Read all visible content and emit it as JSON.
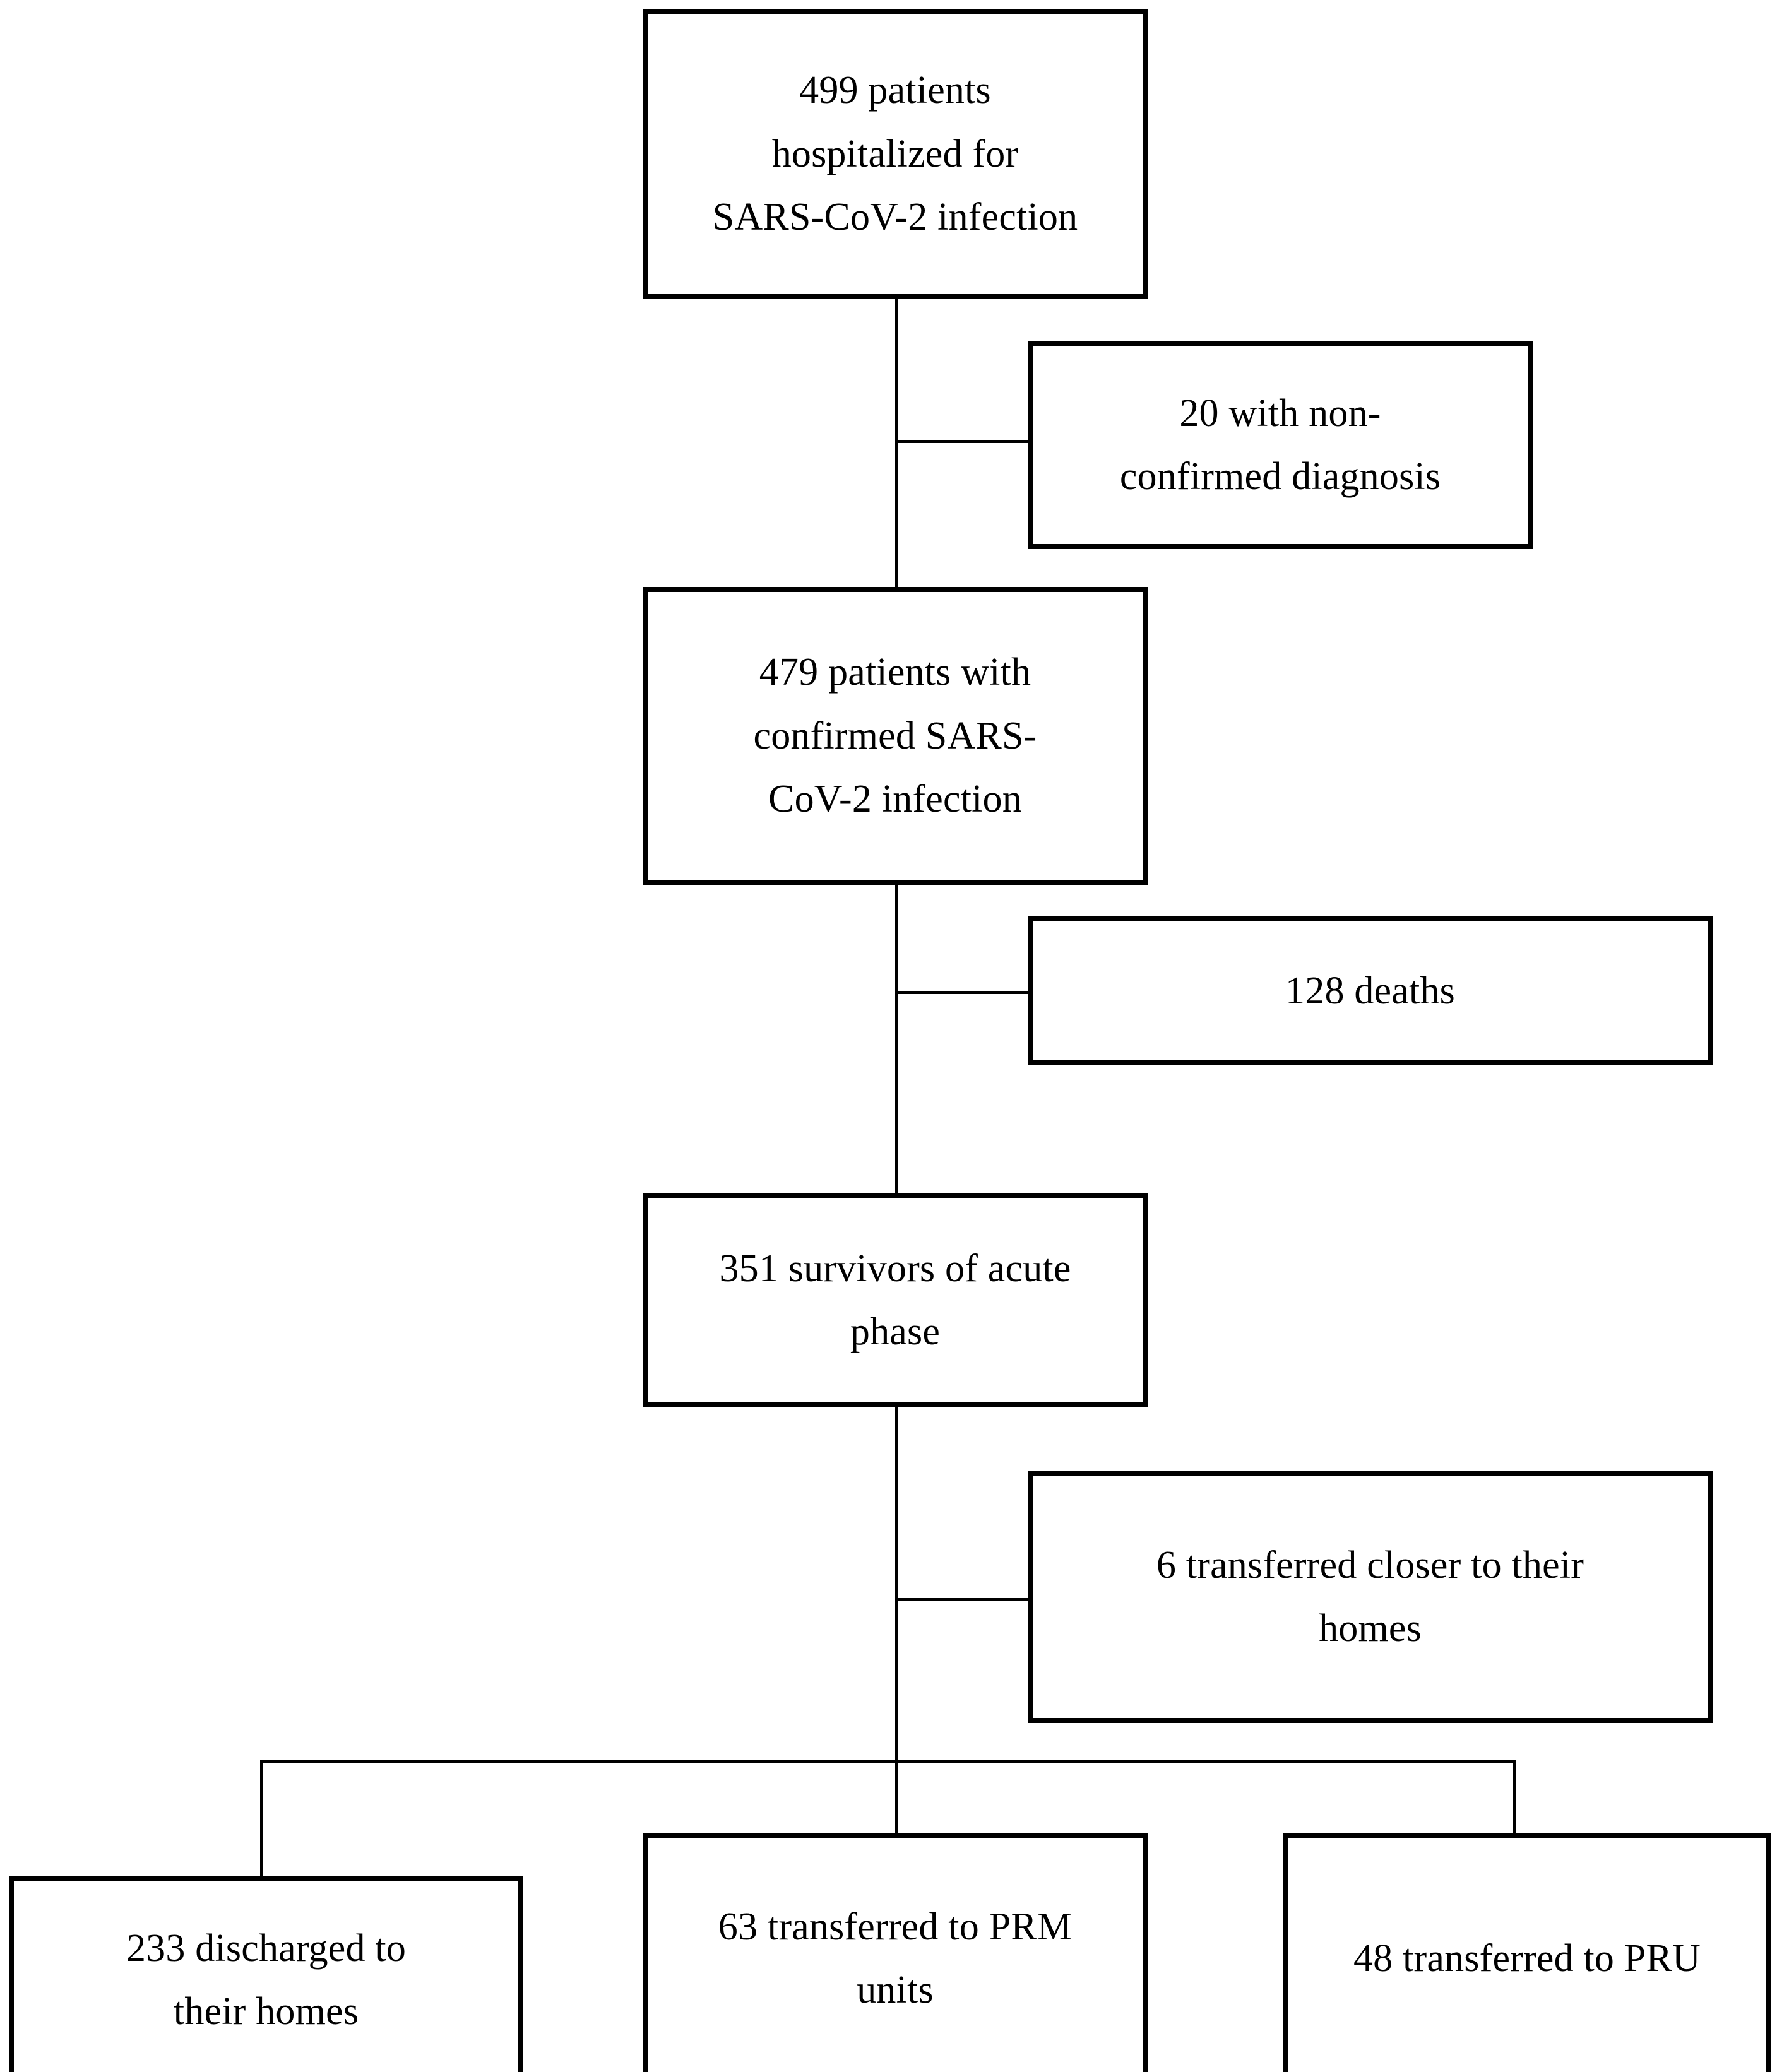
{
  "figure": {
    "type": "flowchart",
    "orientation": "top-down",
    "background_color": "#ffffff",
    "line_color": "#000000",
    "text_color": "#000000"
  },
  "nodes": {
    "n1": {
      "id": "hospitalized",
      "lines": [
        "499 patients",
        "hospitalized for",
        "SARS-CoV-2 infection"
      ],
      "count": 499
    },
    "n2": {
      "id": "non-confirmed",
      "lines": [
        "20 with non-",
        "confirmed diagnosis"
      ],
      "count": 20
    },
    "n3": {
      "id": "confirmed",
      "lines": [
        "479 patients with",
        "confirmed SARS-",
        "CoV-2 infection"
      ],
      "count": 479
    },
    "n4": {
      "id": "deaths",
      "lines": [
        "128 deaths"
      ],
      "count": 128
    },
    "n5": {
      "id": "survivors",
      "lines": [
        "351 survivors of acute",
        "phase"
      ],
      "count": 351
    },
    "n6": {
      "id": "transferred-closer-home",
      "lines": [
        "6 transferred closer to their",
        "homes"
      ],
      "count": 6
    },
    "n7": {
      "id": "discharged-home",
      "lines": [
        "233 discharged to",
        "their homes"
      ],
      "count": 233
    },
    "n8": {
      "id": "transferred-prm",
      "lines": [
        "63 transferred to PRM",
        "units"
      ],
      "count": 63
    },
    "n9": {
      "id": "transferred-pru",
      "lines": [
        "48 transferred to PRU"
      ],
      "count": 48
    }
  },
  "edges": [
    {
      "from": "hospitalized",
      "to": "non-confirmed",
      "kind": "exclusion"
    },
    {
      "from": "hospitalized",
      "to": "confirmed",
      "kind": "flow"
    },
    {
      "from": "confirmed",
      "to": "deaths",
      "kind": "exclusion"
    },
    {
      "from": "confirmed",
      "to": "survivors",
      "kind": "flow"
    },
    {
      "from": "survivors",
      "to": "transferred-closer-home",
      "kind": "exclusion"
    },
    {
      "from": "survivors",
      "to": "discharged-home",
      "kind": "flow"
    },
    {
      "from": "survivors",
      "to": "transferred-prm",
      "kind": "flow"
    },
    {
      "from": "survivors",
      "to": "transferred-pru",
      "kind": "flow"
    }
  ]
}
